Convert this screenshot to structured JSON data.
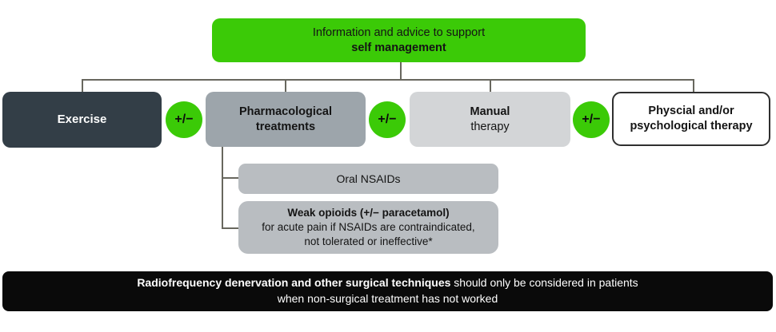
{
  "colors": {
    "green": "#3bca07",
    "dark_slate": "#333e47",
    "mid_gray": "#9da5ab",
    "light_gray": "#d3d5d7",
    "child_gray": "#b9bdc1",
    "black_bar": "#0a0a0a",
    "connector": "#68675e"
  },
  "root": {
    "line1": "Information and advice to support",
    "line2": "self management"
  },
  "plus_minus": "+/−",
  "branches": {
    "exercise": {
      "label": "Exercise"
    },
    "pharmacological": {
      "line1": "Pharmacological",
      "line2": "treatments"
    },
    "manual": {
      "line1": "Manual",
      "line2": "therapy"
    },
    "physical": {
      "line1": "Physcial and/or",
      "line2": "psychological therapy"
    }
  },
  "pharmacological_children": {
    "oral_nsaids": {
      "label": "Oral NSAIDs"
    },
    "weak_opioids": {
      "line1": "Weak opioids (+/− paracetamol)",
      "line2": "for acute pain if NSAIDs are contraindicated,",
      "line3": "not tolerated or ineffective*"
    }
  },
  "footer": {
    "line1_bold": "Radiofrequency denervation and other surgical techniques",
    "line1_rest": " should only be considered in patients",
    "line2": "when non-surgical treatment has not worked"
  }
}
